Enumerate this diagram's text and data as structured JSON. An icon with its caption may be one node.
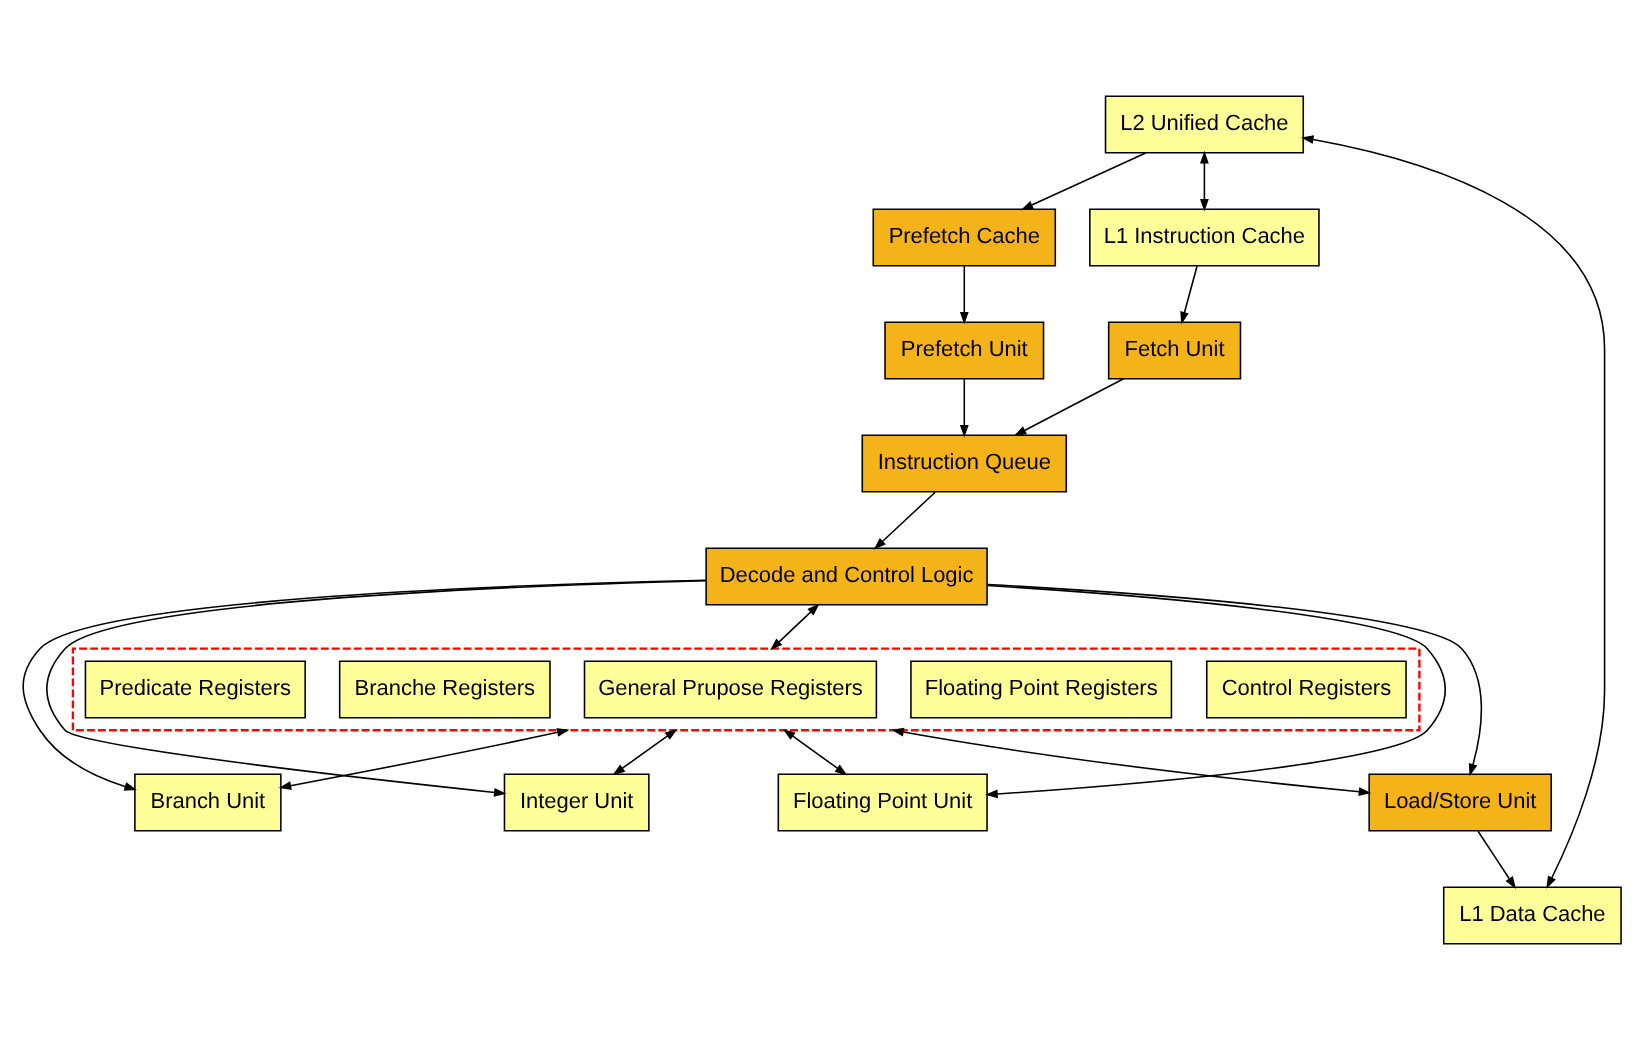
{
  "diagram": {
    "nodes": [
      {
        "text": [
          "L2 Unified Cache"
        ]
      },
      {
        "text": [
          "Prefetch Cache"
        ]
      },
      {
        "text": [
          "Fetch Unit"
        ]
      },
      {
        "text": [
          "Prefetch Unit"
        ]
      },
      {
        "text": [
          "Instruction Queue"
        ]
      },
      {
        "text": [
          "Decode and Control Logic"
        ]
      },
      {
        "text": [
          "L1 Data Cache"
        ]
      },
      {
        "text": [
          "L1 Instruction Cache"
        ]
      },
      {
        "text": [],
        "shape": "box"
      },
      {
        "text": [
          "Predicate Registers"
        ],
        "in": 8
      },
      {
        "text": [
          "Branche Registers"
        ],
        "in": 8
      },
      {
        "text": [
          "General Prupose Registers"
        ],
        "in": 8
      },
      {
        "text": [
          "Floating Point Registers"
        ],
        "in": 8
      },
      {
        "text": [
          "Control Registers"
        ],
        "in": 8
      },
      {
        "text": [
          "Branch Unit"
        ]
      },
      {
        "text": [
          "Integer Unit"
        ]
      },
      {
        "text": [
          "Floating Point Unit"
        ]
      },
      {
        "text": [
          "Load/Store Unit"
        ]
      }
    ],
    "edges": [
      {
        "from": 0,
        "to": 1,
        "arrow": "to"
      },
      {
        "from": 1,
        "to": 3,
        "arrow": "to"
      },
      {
        "from": 3,
        "to": 4,
        "arrow": "to"
      },
      {
        "from": 2,
        "to": 4,
        "arrow": "to"
      },
      {
        "from": 4,
        "to": 5,
        "arrow": "to"
      },
      {
        "from": 7,
        "to": 2,
        "arrow": "to"
      },
      {
        "from": 5,
        "to": 8,
        "arrow": "both"
      },
      {
        "from": 5,
        "to": 17,
        "arrow": "to"
      },
      {
        "from": 17,
        "to": 6,
        "arrow": "to"
      },
      {
        "from": 8,
        "to": 14,
        "arrow": "both"
      },
      {
        "from": 8,
        "to": 15,
        "arrow": "both"
      },
      {
        "from": 8,
        "to": 16,
        "arrow": "both"
      },
      {
        "from": 8,
        "to": 17,
        "arrow": "both"
      },
      {
        "from": 5,
        "to": 14,
        "arrow": "to"
      },
      {
        "from": 5,
        "to": 15,
        "arrow": "to"
      },
      {
        "from": 5,
        "to": 16,
        "arrow": "to"
      },
      {
        "from": 0,
        "to": 7,
        "arrow": "both"
      },
      {
        "from": 6,
        "to": 0,
        "arrow": "both"
      }
    ]
  }
}
